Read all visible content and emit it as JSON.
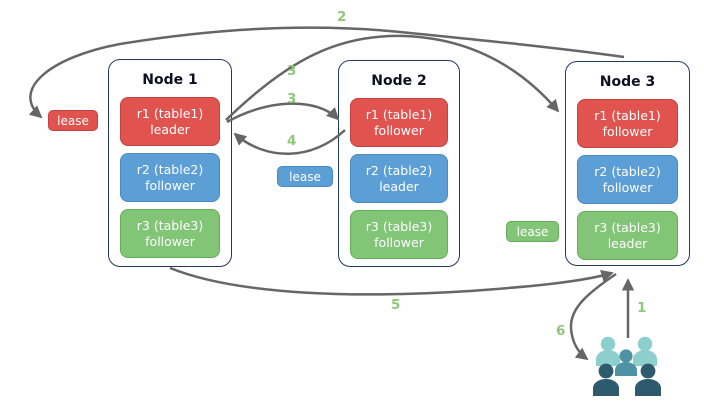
{
  "nodes": [
    {
      "title": "Node 1",
      "replicas": [
        {
          "name": "r1 (table1)",
          "role": "leader",
          "color": "red"
        },
        {
          "name": "r2 (table2)",
          "role": "follower",
          "color": "blue"
        },
        {
          "name": "r3 (table3)",
          "role": "follower",
          "color": "green"
        }
      ]
    },
    {
      "title": "Node 2",
      "replicas": [
        {
          "name": "r1 (table1)",
          "role": "follower",
          "color": "red"
        },
        {
          "name": "r2 (table2)",
          "role": "leader",
          "color": "blue"
        },
        {
          "name": "r3 (table3)",
          "role": "follower",
          "color": "green"
        }
      ]
    },
    {
      "title": "Node 3",
      "replicas": [
        {
          "name": "r1 (table1)",
          "role": "follower",
          "color": "red"
        },
        {
          "name": "r2 (table2)",
          "role": "follower",
          "color": "blue"
        },
        {
          "name": "r3 (table3)",
          "role": "leader",
          "color": "green"
        }
      ]
    }
  ],
  "leases": [
    {
      "label": "lease",
      "color": "red"
    },
    {
      "label": "lease",
      "color": "blue"
    },
    {
      "label": "lease",
      "color": "green"
    }
  ],
  "steps": {
    "s1": "1",
    "s2": "2",
    "s3a": "3",
    "s3b": "3",
    "s4": "4",
    "s5": "5",
    "s6": "6"
  },
  "icons": {
    "clients": "people-group-icon"
  },
  "colors": {
    "red_fill": "#e0534f",
    "red_border": "#c24340",
    "blue_fill": "#5b9fd6",
    "blue_border": "#4a8bc2",
    "green_fill": "#82c577",
    "green_border": "#64ad5a",
    "node_border": "#24395e",
    "arrow": "#666666",
    "step_label": "#8dc87b",
    "people_light": "#8ccfcd",
    "people_medium": "#4e92a3",
    "people_dark": "#2d5a6c"
  }
}
